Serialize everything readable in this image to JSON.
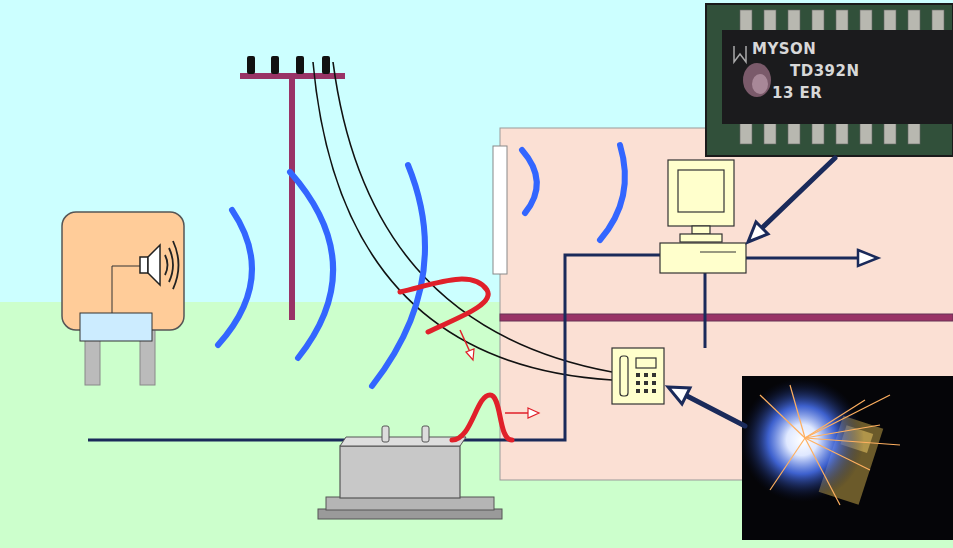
{
  "diagram": {
    "labels": [
      "MYSON",
      "TD392N",
      "13 ER"
    ]
  }
}
